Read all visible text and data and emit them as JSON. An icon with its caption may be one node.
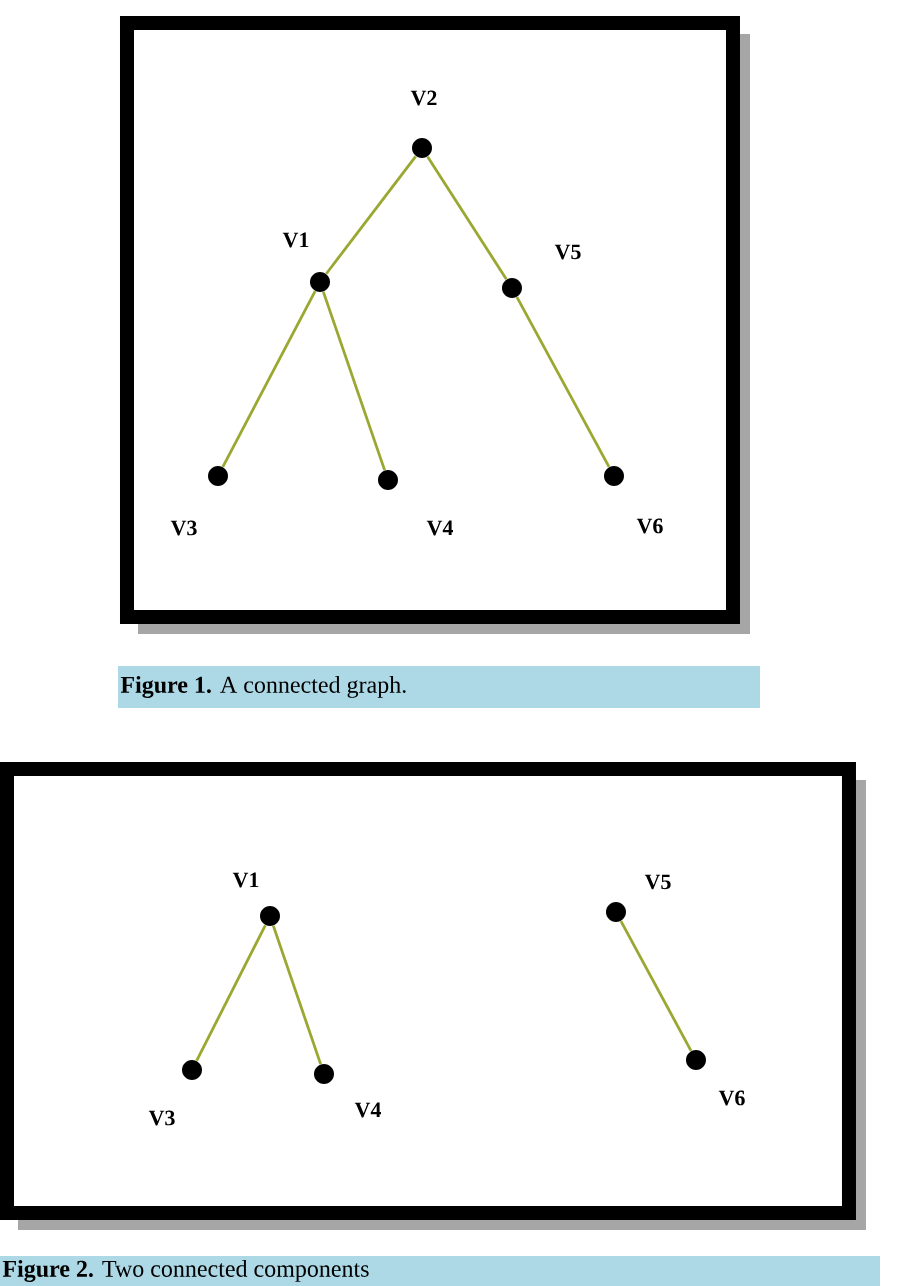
{
  "diagram": {
    "nodes": [
      {
        "text": [],
        "shape": "circle",
        "beside": [
          "V2"
        ]
      },
      {
        "text": [],
        "shape": "circle",
        "beside": [
          "V1"
        ]
      },
      {
        "text": [],
        "shape": "circle",
        "beside": [
          "V5"
        ]
      },
      {
        "text": [],
        "shape": "circle",
        "beside": [
          "V3"
        ]
      },
      {
        "text": [],
        "shape": "circle",
        "beside": [
          "V4"
        ]
      },
      {
        "text": [],
        "shape": "circle",
        "beside": [
          "V6"
        ]
      },
      {
        "text": [],
        "shape": "circle",
        "beside": [
          "V1"
        ]
      },
      {
        "text": [],
        "shape": "circle",
        "beside": [
          "V5"
        ]
      },
      {
        "text": [],
        "shape": "circle",
        "beside": [
          "V3"
        ]
      },
      {
        "text": [],
        "shape": "circle",
        "beside": [
          "V4"
        ]
      },
      {
        "text": [],
        "shape": "circle",
        "beside": [
          "V6"
        ]
      }
    ],
    "edges": [
      {
        "from": 0,
        "to": 1,
        "arrow": "none"
      },
      {
        "from": 0,
        "to": 2,
        "arrow": "none"
      },
      {
        "from": 1,
        "to": 3,
        "arrow": "none"
      },
      {
        "from": 1,
        "to": 4,
        "arrow": "none"
      },
      {
        "from": 2,
        "to": 5,
        "arrow": "none"
      },
      {
        "from": 6,
        "to": 8,
        "arrow": "none"
      },
      {
        "from": 6,
        "to": 9,
        "arrow": "none"
      },
      {
        "from": 7,
        "to": 10,
        "arrow": "none"
      }
    ],
    "labels": [
      "**Figure 1.** A connected graph.",
      "**Figure 2.** Two connected components"
    ]
  }
}
